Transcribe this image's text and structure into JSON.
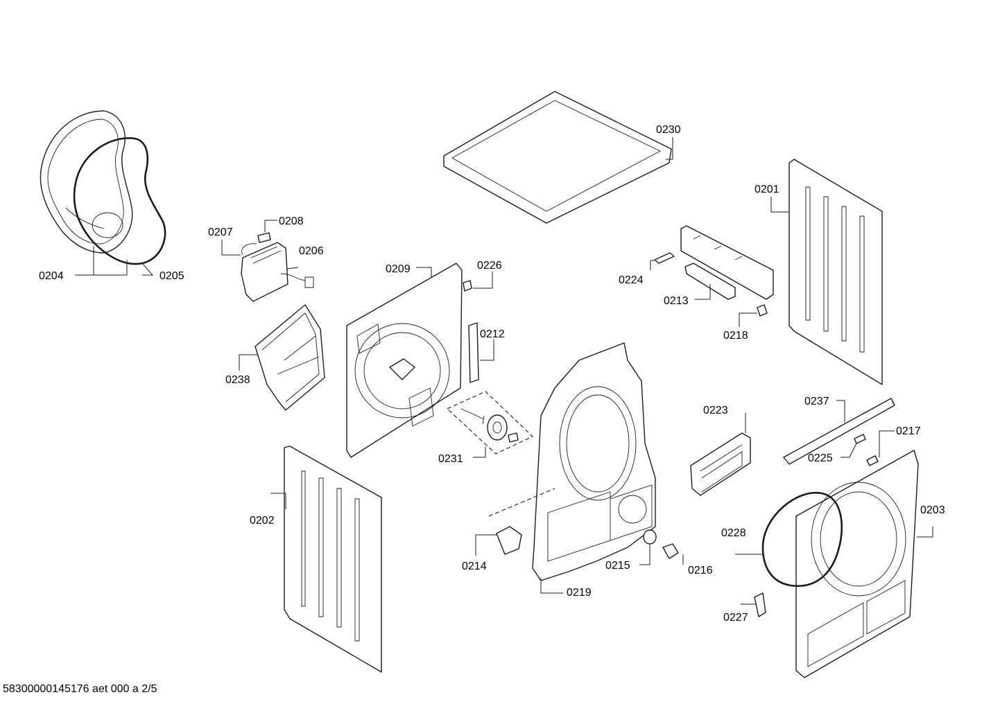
{
  "diagram": {
    "labels": {
      "p0201": "0201",
      "p0202": "0202",
      "p0203": "0203",
      "p0204": "0204",
      "p0205": "0205",
      "p0206": "0206",
      "p0207": "0207",
      "p0208": "0208",
      "p0209": "0209",
      "p0212": "0212",
      "p0213": "0213",
      "p0214": "0214",
      "p0215": "0215",
      "p0216": "0216",
      "p0217": "0217",
      "p0218": "0218",
      "p0219": "0219",
      "p0223": "0223",
      "p0224": "0224",
      "p0225": "0225",
      "p0226": "0226",
      "p0227": "0227",
      "p0228": "0228",
      "p0230": "0230",
      "p0231": "0231",
      "p0237": "0237",
      "p0238": "0238"
    },
    "footer": "58300000145176 aet 000 a 2/5"
  }
}
